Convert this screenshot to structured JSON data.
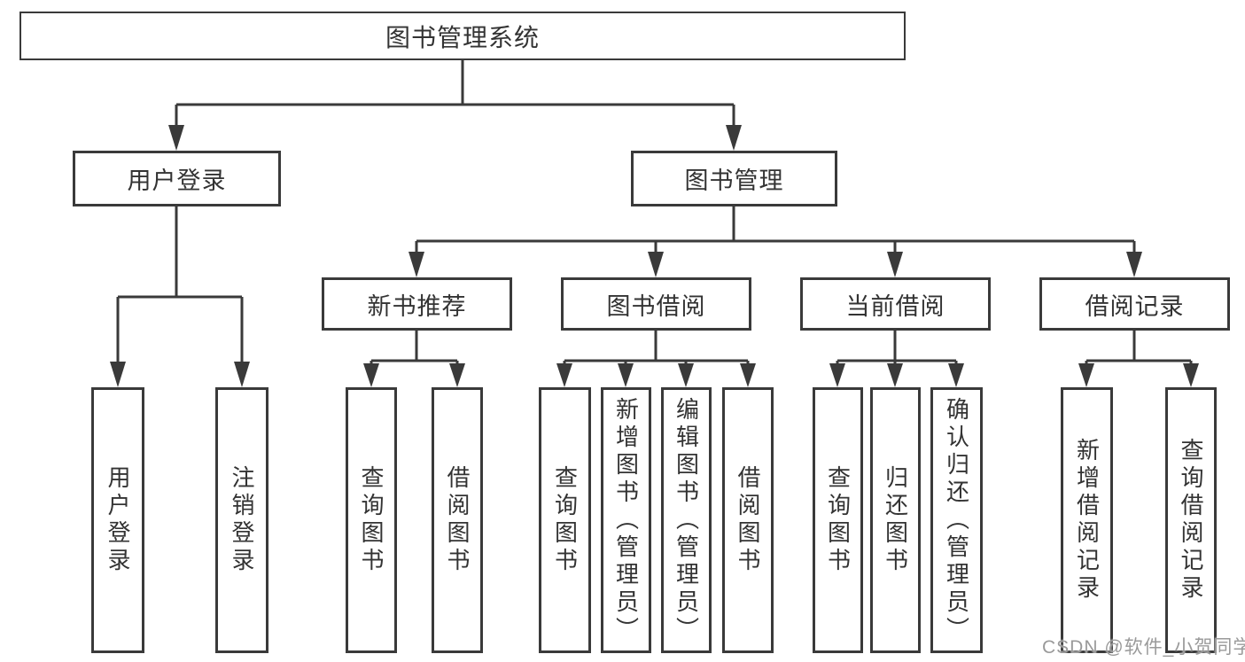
{
  "title": "图书管理系统",
  "branches": [
    {
      "label": "用户登录",
      "children": [
        "用户登录",
        "注销登录"
      ]
    },
    {
      "label": "图书管理",
      "sections": [
        {
          "label": "新书推荐",
          "children": [
            "查询图书",
            "借阅图书"
          ]
        },
        {
          "label": "图书借阅",
          "children": [
            "查询图书",
            "新增图书（管理员）",
            "编辑图书（管理员）",
            "借阅图书"
          ]
        },
        {
          "label": "当前借阅",
          "children": [
            "查询图书",
            "归还图书",
            "确认归还（管理员）"
          ]
        },
        {
          "label": "借阅记录",
          "children": [
            "新增借阅记录",
            "查询借阅记录"
          ]
        }
      ]
    }
  ],
  "watermark": "CSDN @软件_小贺同学"
}
